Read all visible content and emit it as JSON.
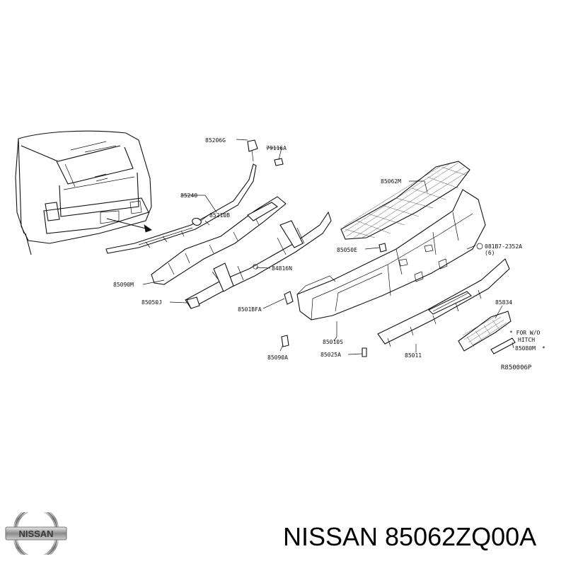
{
  "diagram": {
    "callouts": {
      "p85206G": "85206G",
      "p79116A": "79116A",
      "p85240": "85240",
      "p85210B": "85210B",
      "p85062M": "85062M",
      "p85050E": "85050E",
      "p081B7": "081B7-2352A",
      "p081B7qty": "(6)",
      "p85090M": "85090M",
      "p84816N": "84816N",
      "p85050J": "85050J",
      "p8501BFA": "8501BFA",
      "p85010S": "85010S",
      "p85090A": "85090A",
      "p85025A": "85025A",
      "p85011": "85011",
      "p85834": "85834",
      "p85080M": "85080M",
      "note_line1": "* FOR W/O",
      "note_line2": "HITCH",
      "note_star": "*",
      "diagram_code": "R850006P"
    }
  },
  "logo": {
    "text": "NISSAN"
  },
  "footer": {
    "title": "NISSAN 85062ZQ00A"
  }
}
